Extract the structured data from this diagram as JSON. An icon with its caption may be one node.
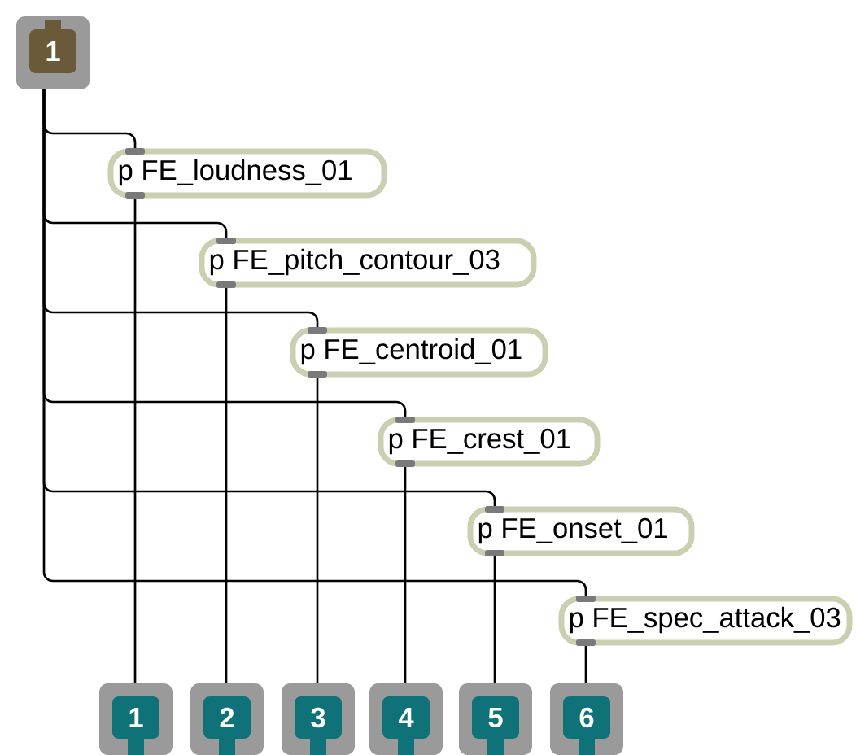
{
  "diagram": {
    "nodes": [
      {
        "text": [
          "1"
        ]
      },
      {
        "text": [
          "p FE_loudness_01"
        ]
      },
      {
        "text": [
          "p FE_pitch_contour_03"
        ]
      },
      {
        "text": [
          "p FE_centroid_01"
        ]
      },
      {
        "text": [
          "p FE_crest_01"
        ]
      },
      {
        "text": [
          "p FE_onset_01"
        ]
      },
      {
        "text": [
          "p FE_spec_attack_03"
        ]
      },
      {
        "text": [
          "1"
        ]
      },
      {
        "text": [
          "2"
        ]
      },
      {
        "text": [
          "3"
        ]
      },
      {
        "text": [
          "4"
        ]
      },
      {
        "text": [
          "5"
        ]
      },
      {
        "text": [
          "6"
        ]
      }
    ],
    "edges": [
      {
        "from": 0,
        "to": 1,
        "arrow": "none"
      },
      {
        "from": 0,
        "to": 2,
        "arrow": "none"
      },
      {
        "from": 0,
        "to": 3,
        "arrow": "none"
      },
      {
        "from": 0,
        "to": 4,
        "arrow": "none"
      },
      {
        "from": 0,
        "to": 5,
        "arrow": "none"
      },
      {
        "from": 0,
        "to": 6,
        "arrow": "none"
      },
      {
        "from": 1,
        "to": 7,
        "arrow": "none"
      },
      {
        "from": 2,
        "to": 8,
        "arrow": "none"
      },
      {
        "from": 3,
        "to": 9,
        "arrow": "none"
      },
      {
        "from": 4,
        "to": 10,
        "arrow": "none"
      },
      {
        "from": 5,
        "to": 11,
        "arrow": "none"
      },
      {
        "from": 6,
        "to": 12,
        "arrow": "none"
      }
    ]
  }
}
